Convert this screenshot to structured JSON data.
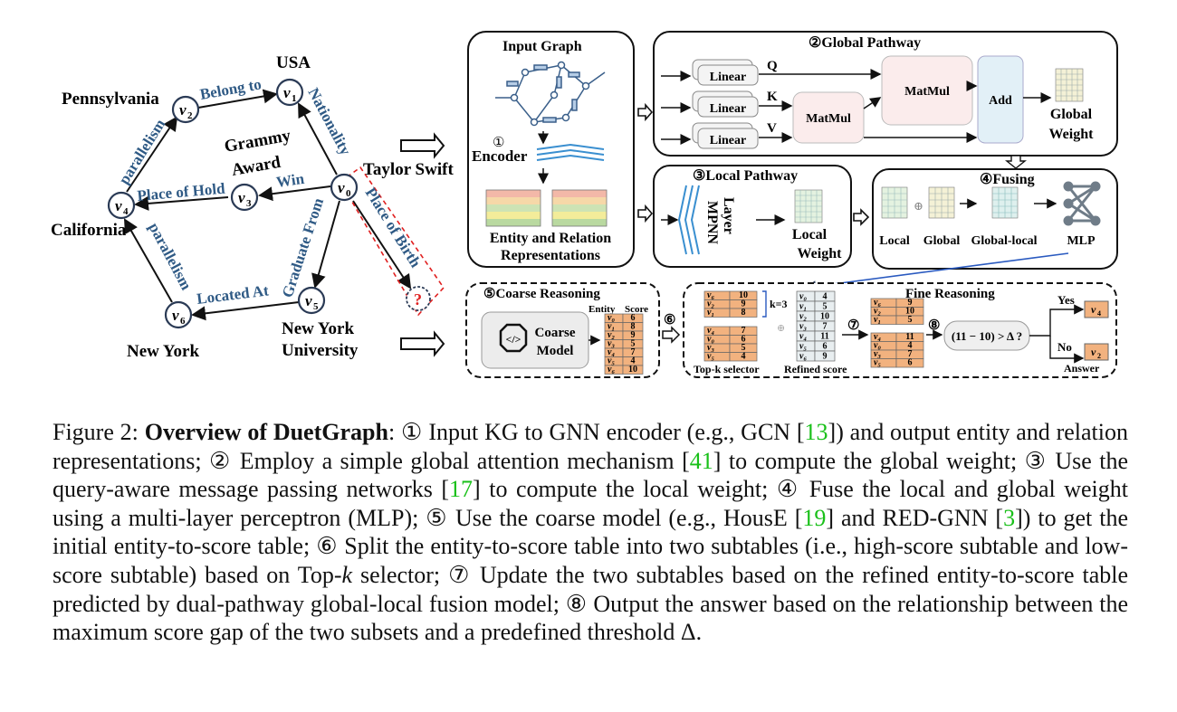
{
  "kg": {
    "nodes": {
      "v0": {
        "id": "v",
        "sub": "0",
        "label": "Taylor Swift"
      },
      "v1": {
        "id": "v",
        "sub": "1",
        "label": "USA"
      },
      "v2": {
        "id": "v",
        "sub": "2",
        "label": "Pennsylvania"
      },
      "v3": {
        "id": "v",
        "sub": "3",
        "label_line1": "Grammy",
        "label_line2": "Award"
      },
      "v4": {
        "id": "v",
        "sub": "4",
        "label": "California"
      },
      "v5": {
        "id": "v",
        "sub": "5",
        "label_line1": "New York",
        "label_line2": "University"
      },
      "v6": {
        "id": "v",
        "sub": "6",
        "label": "New York"
      },
      "q": {
        "label": "?"
      }
    },
    "edges": {
      "belong_to": "Belong to",
      "nationality": "Nationality",
      "parallelism_top": "parallelism",
      "place_of_hold": "Place of Hold",
      "win": "Win",
      "parallelism_bottom": "parallelism",
      "graduate_from": "Graduate From",
      "located_at": "Located At",
      "place_of_birth": "Place of Birth"
    }
  },
  "panels": {
    "input_graph": {
      "title": "Input Graph",
      "step": "①",
      "encoder": "Encoder",
      "caption_line1": "Entity and Relation",
      "caption_line2": "Representations"
    },
    "global": {
      "title": "②Global Pathway",
      "linear": "Linear",
      "q": "Q",
      "k": "K",
      "v": "V",
      "matmul": "MatMul",
      "add": "Add",
      "out_line1": "Global",
      "out_line2": "Weight"
    },
    "local": {
      "title": "③Local Pathway",
      "mpnn_line1": "MPNN",
      "mpnn_line2": "Layer",
      "out_line1": "Local",
      "out_line2": "Weight"
    },
    "fusing": {
      "title": "④Fusing",
      "local": "Local",
      "global": "Global",
      "global_local": "Global-local",
      "mlp": "MLP",
      "plus": "⊕"
    },
    "coarse": {
      "title": "⑤Coarse Reasoning",
      "model_line1": "Coarse",
      "model_line2": "Model",
      "col_entity": "Entity",
      "col_score": "Score",
      "rows": [
        [
          "v0",
          "6"
        ],
        [
          "v1",
          "8"
        ],
        [
          "v2",
          "9"
        ],
        [
          "v3",
          "5"
        ],
        [
          "v4",
          "7"
        ],
        [
          "v5",
          "4"
        ],
        [
          "v6",
          "10"
        ]
      ]
    },
    "fine": {
      "title": "Fine Reasoning",
      "step6": "⑥",
      "step7": "⑦",
      "step8": "⑧",
      "k_label": "k=3",
      "topk_label": "Top-k selector",
      "refined_label": "Refined score",
      "high": [
        [
          "v6",
          "10"
        ],
        [
          "v2",
          "9"
        ],
        [
          "v1",
          "8"
        ]
      ],
      "low": [
        [
          "v4",
          "7"
        ],
        [
          "v0",
          "6"
        ],
        [
          "v3",
          "5"
        ],
        [
          "v5",
          "4"
        ]
      ],
      "refined": [
        [
          "v0",
          "4"
        ],
        [
          "v1",
          "5"
        ],
        [
          "v2",
          "10"
        ],
        [
          "v3",
          "7"
        ],
        [
          "v4",
          "11"
        ],
        [
          "v5",
          "6"
        ],
        [
          "v6",
          "9"
        ]
      ],
      "high_updated": [
        [
          "v6",
          "9"
        ],
        [
          "v2",
          "10"
        ],
        [
          "v1",
          "5"
        ]
      ],
      "low_updated": [
        [
          "v4",
          "11"
        ],
        [
          "v0",
          "4"
        ],
        [
          "v3",
          "7"
        ],
        [
          "v5",
          "6"
        ]
      ],
      "condition": "(11 − 10) > Δ ?",
      "yes": "Yes",
      "no": "No",
      "answer": "Answer",
      "yes_out": [
        "v",
        "4"
      ],
      "no_out": [
        "v",
        "2"
      ]
    }
  },
  "caption": {
    "fig_label": "Figure 2: ",
    "title": "Overview of DuetGraph",
    "p1": ": ① Input KG to GNN encoder (e.g., GCN [",
    "c1": "13",
    "p2": "]) and output entity and relation representations; ② Employ a simple global attention mechanism [",
    "c2": "41",
    "p3": "] to compute the global weight; ③ Use the query-aware message passing networks [",
    "c3": "17",
    "p4": "] to compute the local weight; ④ Fuse the local and global weight using a multi-layer perceptron (MLP); ⑤ Use the coarse model (e.g., HousE [",
    "c4": "19",
    "p5": "] and RED-GNN [",
    "c5": "3",
    "p6": "]) to get the initial entity-to-score table; ⑥ Split the entity-to-score table into two subtables (i.e., high-score subtable and low-score subtable) based on Top-",
    "k": "k",
    "p7": " selector; ⑦ Update the two subtables based on the refined entity-to-score table predicted by dual-pathway global-local fusion model; ⑧ Output the answer based on the relationship between the maximum score gap of the two subsets and a predefined threshold Δ."
  },
  "colors": {
    "node_stroke": "#2a3a55",
    "edge_label": "#2f5a85",
    "table_fill": "#f2b27f",
    "grid_green": "#a6cf9a",
    "add_fill": "#e2f0f7",
    "matmul_fill": "#fbecec",
    "red_dash": "#e02020",
    "cite": "#19c019"
  }
}
